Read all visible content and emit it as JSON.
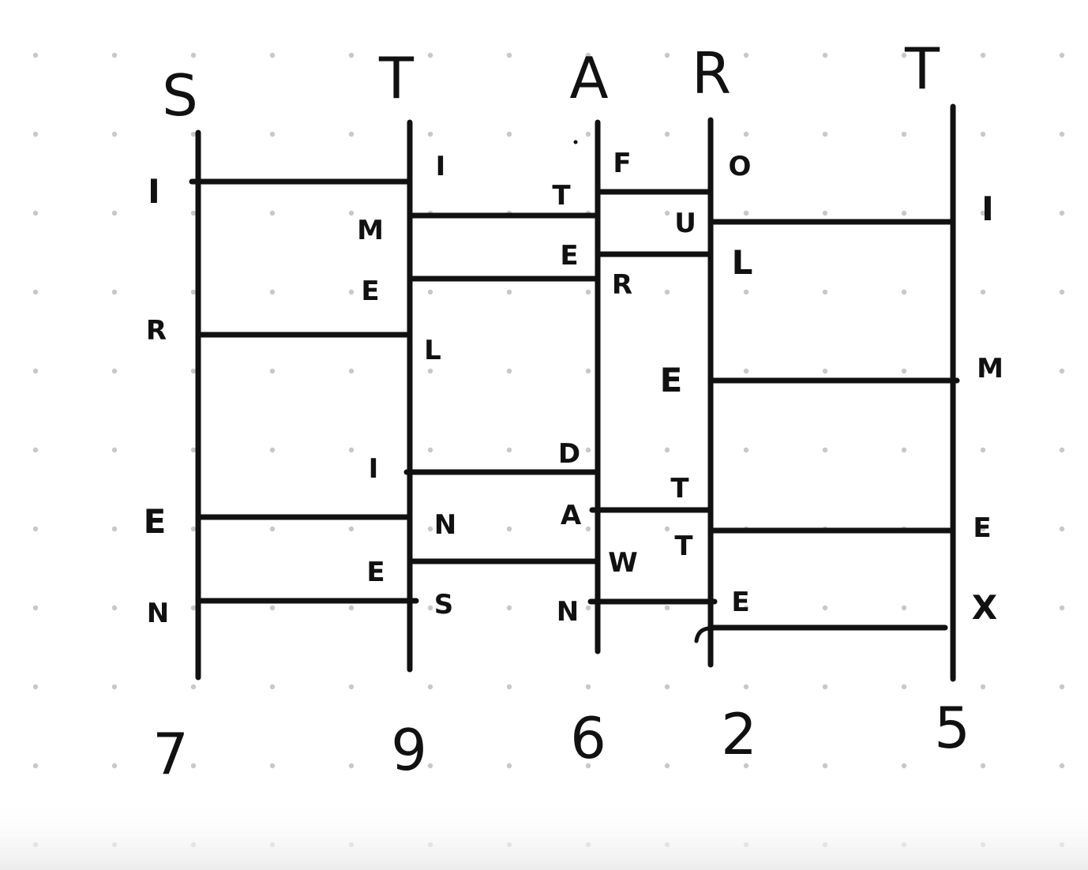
{
  "top_labels": [
    "S",
    "T",
    "A",
    "R",
    "T"
  ],
  "bottom_labels": [
    "7",
    "9",
    "6",
    "2",
    "5"
  ],
  "rail_letters": {
    "r1": [
      "I",
      "R",
      "E",
      "N"
    ],
    "r2_left": [
      "M",
      "E",
      "I",
      "E"
    ],
    "r2_right": [
      "I",
      "L",
      "N",
      "S"
    ],
    "r3_left": [
      "T",
      "E",
      "D",
      "A",
      "N"
    ],
    "r3_right": [
      "F",
      "R",
      "W"
    ],
    "r4_left": [
      "U",
      "E",
      "T",
      "T"
    ],
    "r4_right": [
      "O",
      "L",
      "E"
    ],
    "r5": [
      "I",
      "M",
      "E",
      "X"
    ]
  },
  "colors": {
    "ink": "#111111",
    "dot": "#c8c8c8",
    "background": "#ffffff"
  }
}
